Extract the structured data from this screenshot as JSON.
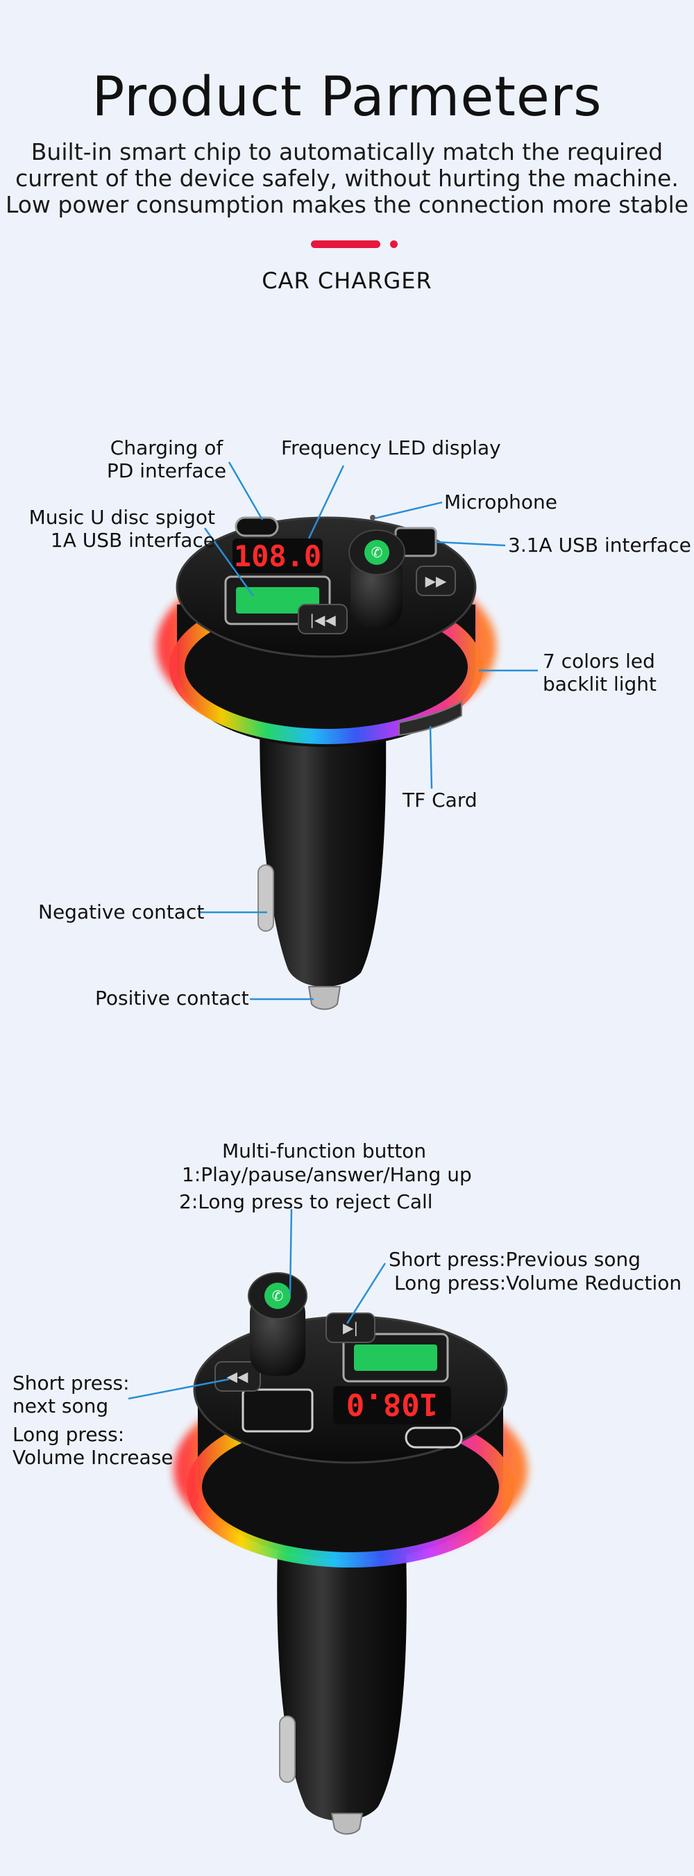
{
  "header": {
    "title": "Product Parmeters",
    "subtitle_lines": [
      "Built-in smart chip to automatically match the required",
      "current of the device safely, without hurting the machine.",
      "Low power consumption makes the connection more stable"
    ],
    "section_label": "CAR CHARGER",
    "accent_color": "#e8173c"
  },
  "product1": {
    "labels": {
      "charging_pd_1": "Charging of",
      "charging_pd_2": "PD interface",
      "frequency_led": "Frequency LED display",
      "microphone": "Microphone",
      "music_u_1": "Music U disc spigot",
      "music_u_2": "1A USB interface",
      "usb31": "3.1A USB interface",
      "backlight_1": "7 colors led",
      "backlight_2": "backlit light",
      "tf_card": "TF Card",
      "negative": "Negative contact",
      "positive": "Positive contact"
    },
    "display_text": "108.0"
  },
  "product2": {
    "labels": {
      "multi_title": "Multi-function button",
      "multi_1": "1:Play/pause/answer/Hang up",
      "multi_2": "2:Long press to reject Call",
      "prev_short": "Short press:Previous song",
      "prev_long": "Long press:Volume Reduction",
      "next_short_1": "Short press:",
      "next_short_2": "next song",
      "next_long_1": "Long press:",
      "next_long_2": "Volume Increase"
    },
    "display_text": "108.0"
  },
  "colors": {
    "line": "#2a8fd6",
    "device": "#151515",
    "usb_green": "#22c85a",
    "led_red": "#ff2a2a"
  }
}
